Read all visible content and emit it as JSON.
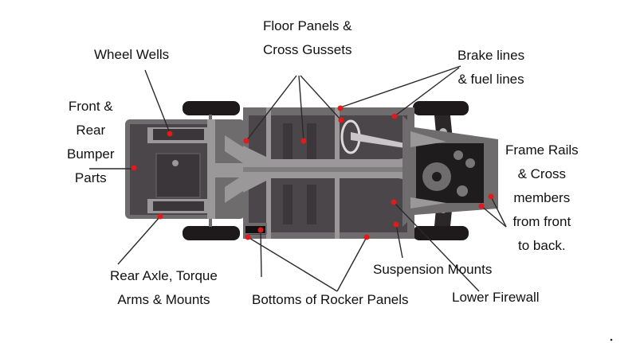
{
  "figure": {
    "subject": "Vehicle underside (top-down chassis view) with labeled inspection areas",
    "accent_color": "#e01b1b",
    "line_color": "#2a2a2a"
  },
  "labels": {
    "wheel_wells": {
      "lines": [
        "Wheel Wells"
      ]
    },
    "floor_panels": {
      "lines": [
        "Floor Panels &",
        "Cross Gussets"
      ]
    },
    "brake_lines": {
      "lines": [
        "Brake lines",
        "& fuel lines"
      ]
    },
    "bumper_parts": {
      "lines": [
        "Front &",
        "Rear",
        "Bumper",
        "Parts"
      ]
    },
    "frame_rails": {
      "lines": [
        "Frame Rails",
        "& Cross",
        "members",
        "from front",
        "to back."
      ]
    },
    "rear_axle": {
      "lines": [
        "Rear Axle, Torque",
        "Arms & Mounts"
      ]
    },
    "rocker_panels": {
      "lines": [
        "Bottoms of Rocker Panels"
      ]
    },
    "suspension_mounts": {
      "lines": [
        "Suspension Mounts"
      ]
    },
    "lower_firewall": {
      "lines": [
        "Lower Firewall"
      ]
    }
  },
  "markers_count": 15
}
